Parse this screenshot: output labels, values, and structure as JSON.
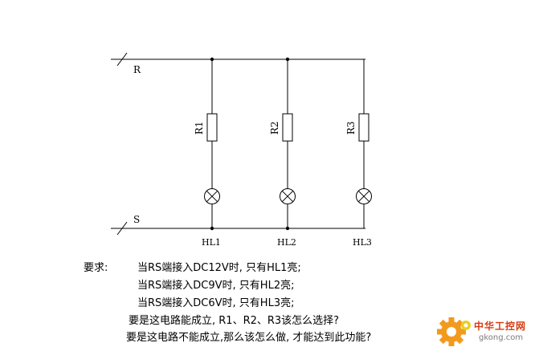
{
  "circuit": {
    "terminal_top": "R",
    "terminal_bottom": "S",
    "resistors": [
      "R1",
      "R2",
      "R3"
    ],
    "lamps": [
      "HL1",
      "HL2",
      "HL3"
    ]
  },
  "requirements": {
    "label": "要求:",
    "line1": "当RS端接入DC12V时, 只有HL1亮;",
    "line2": "当RS端接入DC9V时, 只有HL2亮;",
    "line3": "当RS端接入DC6V时, 只有HL3亮;",
    "question1": "要是这电路能成立,  R1、R2、R3该怎么选择?",
    "question2": "要是这电路不能成立,那么该怎么做, 才能达到此功能?"
  },
  "watermark": {
    "name": "中华工控网",
    "url": "gkong.com"
  }
}
